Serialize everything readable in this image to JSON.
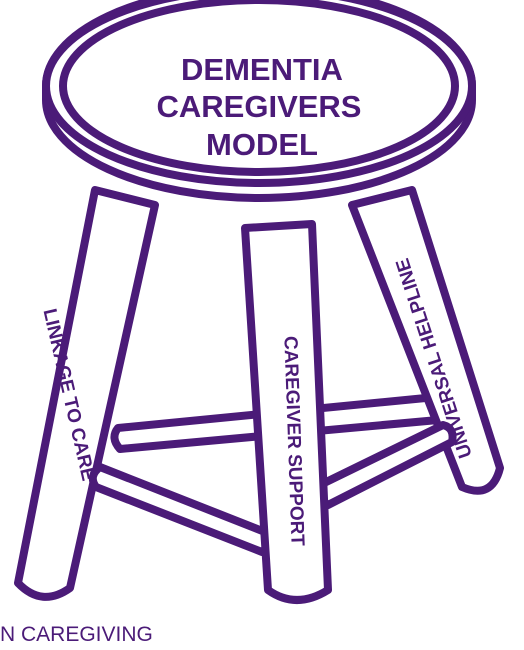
{
  "seat": {
    "lines": [
      "DEMENTIA",
      "CAREGIVERS",
      "MODEL"
    ]
  },
  "legs": {
    "left": "LINKAGE TO CARE",
    "middle": "CAREGIVER SUPPORT",
    "right": "UNIVERSAL HELPLINE"
  },
  "caption": "N CAREGIVING",
  "colors": {
    "stroke": "#4b1b78",
    "fill": "#ffffff"
  }
}
